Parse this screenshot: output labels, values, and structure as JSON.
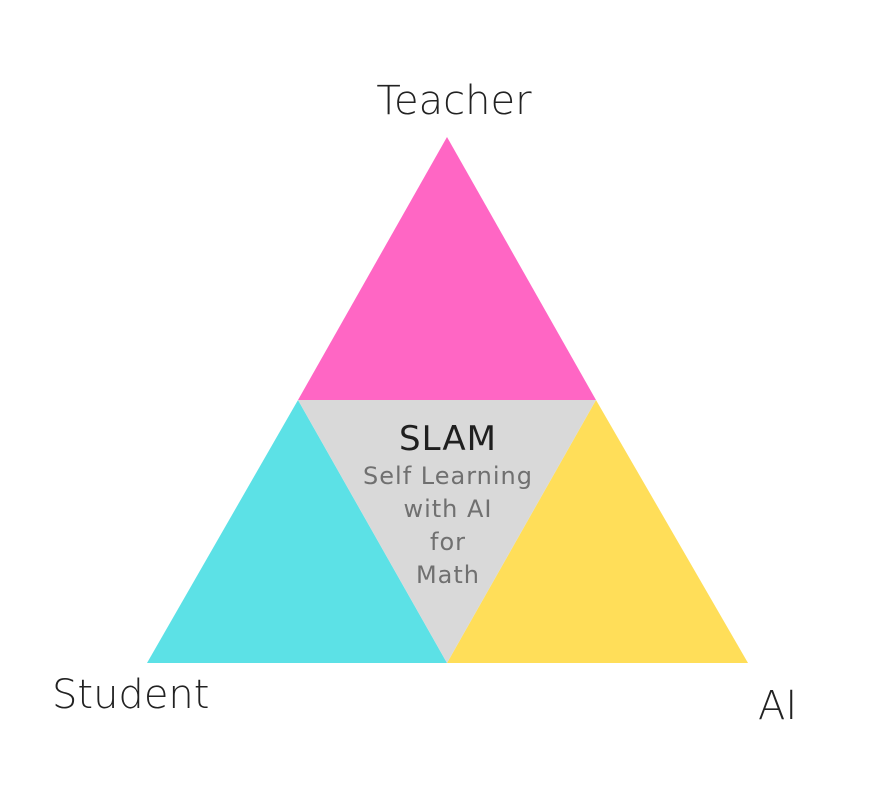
{
  "diagram": {
    "vertices": {
      "top": "Teacher",
      "bottom_left": "Student",
      "bottom_right": "AI"
    },
    "center": {
      "title": "SLAM",
      "subtitle_lines": [
        "Self Learning",
        "with AI",
        "for",
        "Math"
      ]
    },
    "colors": {
      "teacher_triangle": "#ff66c4",
      "student_triangle": "#5ce1e6",
      "ai_triangle": "#ffde59",
      "center_triangle": "#d9d9d9"
    }
  }
}
